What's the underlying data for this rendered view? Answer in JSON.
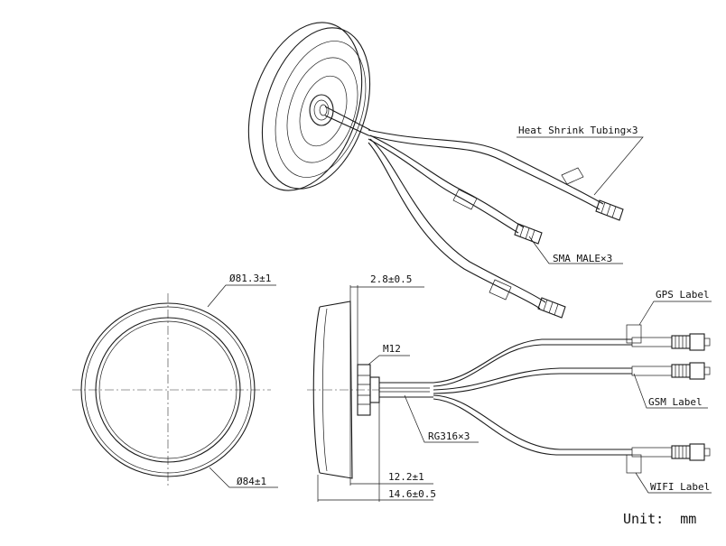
{
  "labels": {
    "heat_shrink": "Heat Shrink Tubing×3",
    "sma_male": "SMA MALE×3",
    "dia_inner": "Ø81.3±1",
    "dia_outer": "Ø84±1",
    "dim_top": "2.8±0.5",
    "m12": "M12",
    "rg316": "RG316×3",
    "dim_mid": "12.2±1",
    "dim_bottom": "14.6±0.5",
    "gps": "GPS Label",
    "gsm": "GSM Label",
    "wifi": "WIFI Label",
    "unit": "Unit:  mm"
  }
}
